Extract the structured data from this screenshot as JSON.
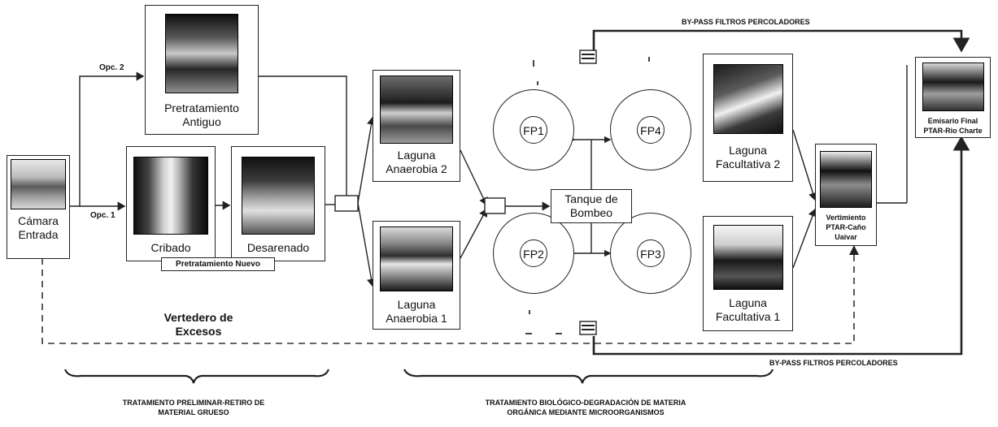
{
  "nodes": {
    "camara": "Cámara\nEntrada",
    "pretratamiento_antiguo": "Pretratamiento\nAntiguo",
    "cribado": "Cribado",
    "desarenado": "Desarenado",
    "pretratamiento_nuevo": "Pretratamiento Nuevo",
    "laguna_anaerobia_2": "Laguna\nAnaerobia 2",
    "laguna_anaerobia_1": "Laguna\nAnaerobia 1",
    "tanque_bombeo": "Tanque de\nBombeo",
    "fp1": "FP1",
    "fp2": "FP2",
    "fp3": "FP3",
    "fp4": "FP4",
    "laguna_facultativa_2": "Laguna\nFacultativa 2",
    "laguna_facultativa_1": "Laguna\nFacultativa 1",
    "vertimiento": "Vertimiento\nPTAR-Caño\nUaivar",
    "emisario": "Emisario Final\nPTAR-Rio Charte"
  },
  "labels": {
    "opc2": "Opc. 2",
    "opc1": "Opc. 1",
    "vertedero": "Vertedero de\nExcesos",
    "bypass_top": "BY-PASS FILTROS PERCOLADORES",
    "bypass_bottom": "BY-PASS FILTROS PERCOLADORES"
  },
  "sections": {
    "preliminar": "TRATAMIENTO PRELIMINAR-RETIRO DE\nMATERIAL GRUESO",
    "biologico": "TRATAMIENTO BIOLÓGICO-DEGRADACIÓN DE MATERIA\nORGÁNICA MEDIANTE MICROORGANISMOS"
  },
  "colors": {
    "line": "#222222",
    "dashed": "#333333"
  }
}
